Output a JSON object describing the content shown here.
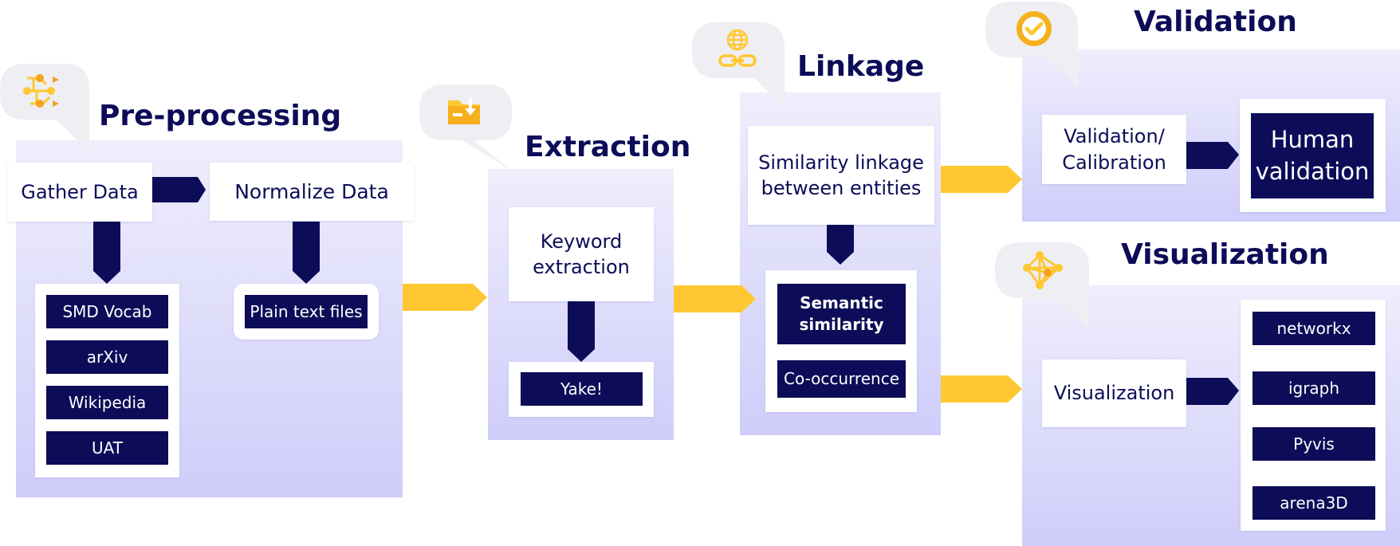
{
  "colors": {
    "navy": "#0c0c58",
    "accent": "#ffc832",
    "panel_top": "#efeefc",
    "panel_bottom": "#cfcdfa"
  },
  "preprocessing": {
    "title": "Pre-processing",
    "icon": "workflow-icon",
    "gather": "Gather Data",
    "normalize": "Normalize Data",
    "sources": [
      "SMD Vocab",
      "arXiv",
      "Wikipedia",
      "UAT"
    ],
    "plain_text": "Plain text files"
  },
  "extraction": {
    "title": "Extraction",
    "icon": "folder-download-icon",
    "keyword": "Keyword extraction",
    "tool": "Yake!"
  },
  "linkage": {
    "title": "Linkage",
    "icon": "globe-link-icon",
    "similarity": "Similarity linkage between entities",
    "semantic": "Semantic similarity",
    "cooccurrence": "Co-occurrence"
  },
  "validation": {
    "title": "Validation",
    "icon": "check-circle-icon",
    "calibration": "Validation/ Calibration",
    "human": "Human validation"
  },
  "visualization": {
    "title": "Visualization",
    "icon": "network-icon",
    "box": "Visualization",
    "tools": [
      "networkx",
      "igraph",
      "Pyvis",
      "arena3D"
    ]
  }
}
